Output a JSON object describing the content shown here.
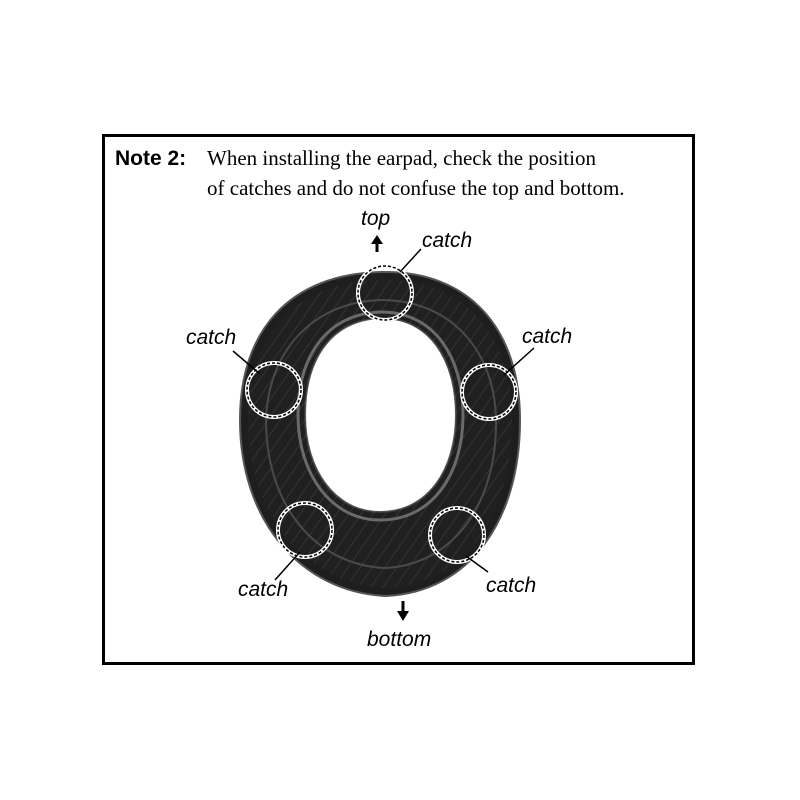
{
  "note": {
    "label": "Note 2:",
    "line1": "When installing the earpad, check the position",
    "line2": "of catches and do not confuse the top and bottom."
  },
  "labels": {
    "top": "top",
    "bottom": "bottom",
    "catch_top": "catch",
    "catch_left": "catch",
    "catch_right": "catch",
    "catch_bottom_left": "catch",
    "catch_bottom_right": "catch"
  },
  "colors": {
    "pad": "#1e1e1e",
    "pad_highlight": "#5a5a5a",
    "frame": "#000000"
  }
}
